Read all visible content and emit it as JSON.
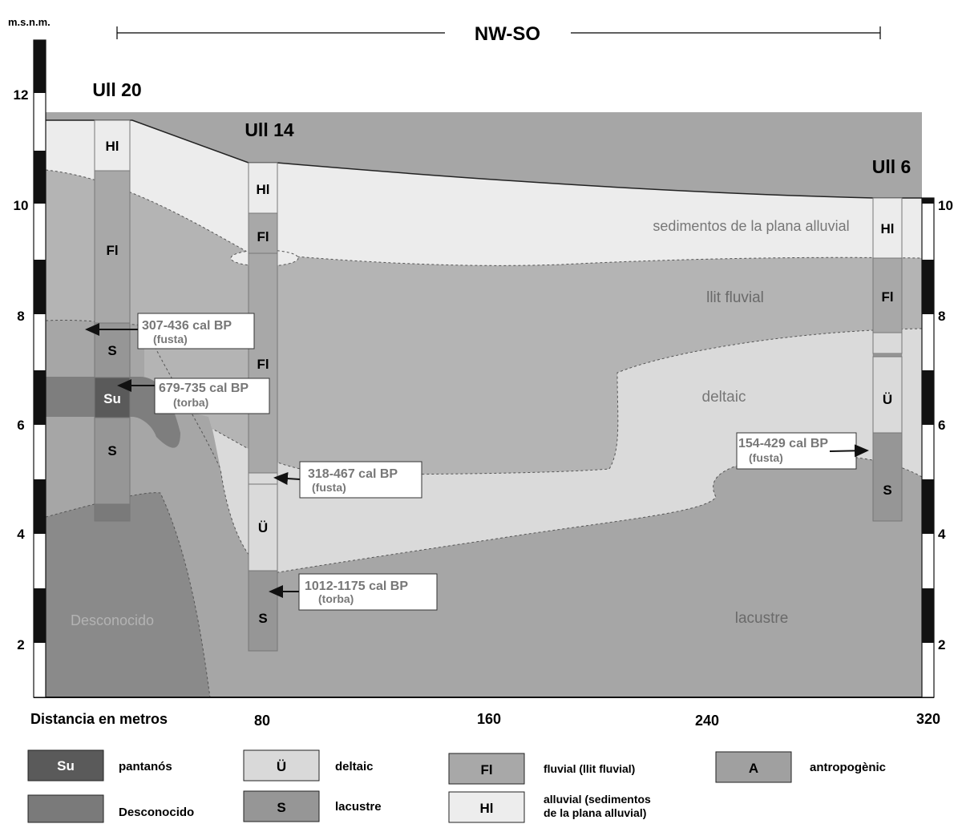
{
  "header": {
    "unit_label": "m.s.n.m.",
    "transect_label": "NW-SO"
  },
  "axis": {
    "y_ticks": [
      "2",
      "4",
      "6",
      "8",
      "10",
      "12"
    ],
    "y_ticks_right": [
      "2",
      "4",
      "6",
      "8",
      "10"
    ],
    "x_title": "Distancia en metros",
    "x_ticks": [
      "80",
      "160",
      "240",
      "320"
    ]
  },
  "boreholes": [
    {
      "name": "Ull 20",
      "layers": [
        "Hl",
        "Fl",
        "S",
        "Su",
        "S"
      ]
    },
    {
      "name": "Ull 14",
      "layers": [
        "Hl",
        "Fl",
        "Fl",
        "Ü",
        "S"
      ]
    },
    {
      "name": "Ull 6",
      "layers": [
        "Hl",
        "Fl",
        "Ü",
        "S"
      ]
    }
  ],
  "zones": {
    "alluvial": "sedimentos de la plana alluvial",
    "fluvial": "llit fluvial",
    "deltaic": "deltaic",
    "lacustre": "lacustre",
    "unknown": "Desconocido"
  },
  "dates": [
    {
      "range": "307-436 cal BP",
      "material": "(fusta)"
    },
    {
      "range": "679-735 cal BP",
      "material": "(torba)"
    },
    {
      "range": "318-467 cal BP",
      "material": "(fusta)"
    },
    {
      "range": "1012-1175 cal BP",
      "material": "(torba)"
    },
    {
      "range": "154-429 cal BP",
      "material": "(fusta)"
    }
  ],
  "legend": [
    {
      "code": "Su",
      "label": "pantanós",
      "color": "#5a5a5a"
    },
    {
      "code": "Ü",
      "label": "deltaic",
      "color": "#d9d9d9"
    },
    {
      "code": "Fl",
      "label": "fluvial  (llit fluvial)",
      "color": "#a8a8a8"
    },
    {
      "code": "A",
      "label": "antropogènic",
      "color": "#a0a0a0"
    },
    {
      "code": "",
      "label": "Desconocido",
      "color": "#7a7a7a"
    },
    {
      "code": "S",
      "label": "lacustre",
      "color": "#969696"
    },
    {
      "code": "Hl",
      "label": "alluvial (sedimentos",
      "label2": "de la plana alluvial)",
      "color": "#ededed"
    }
  ],
  "colors": {
    "alluvial": "#ececec",
    "fluvial": "#b4b4b4",
    "deltaic": "#dadada",
    "lacustre": "#a6a6a6",
    "unknown": "#8a8a8a",
    "marsh": "#5a5a5a"
  }
}
